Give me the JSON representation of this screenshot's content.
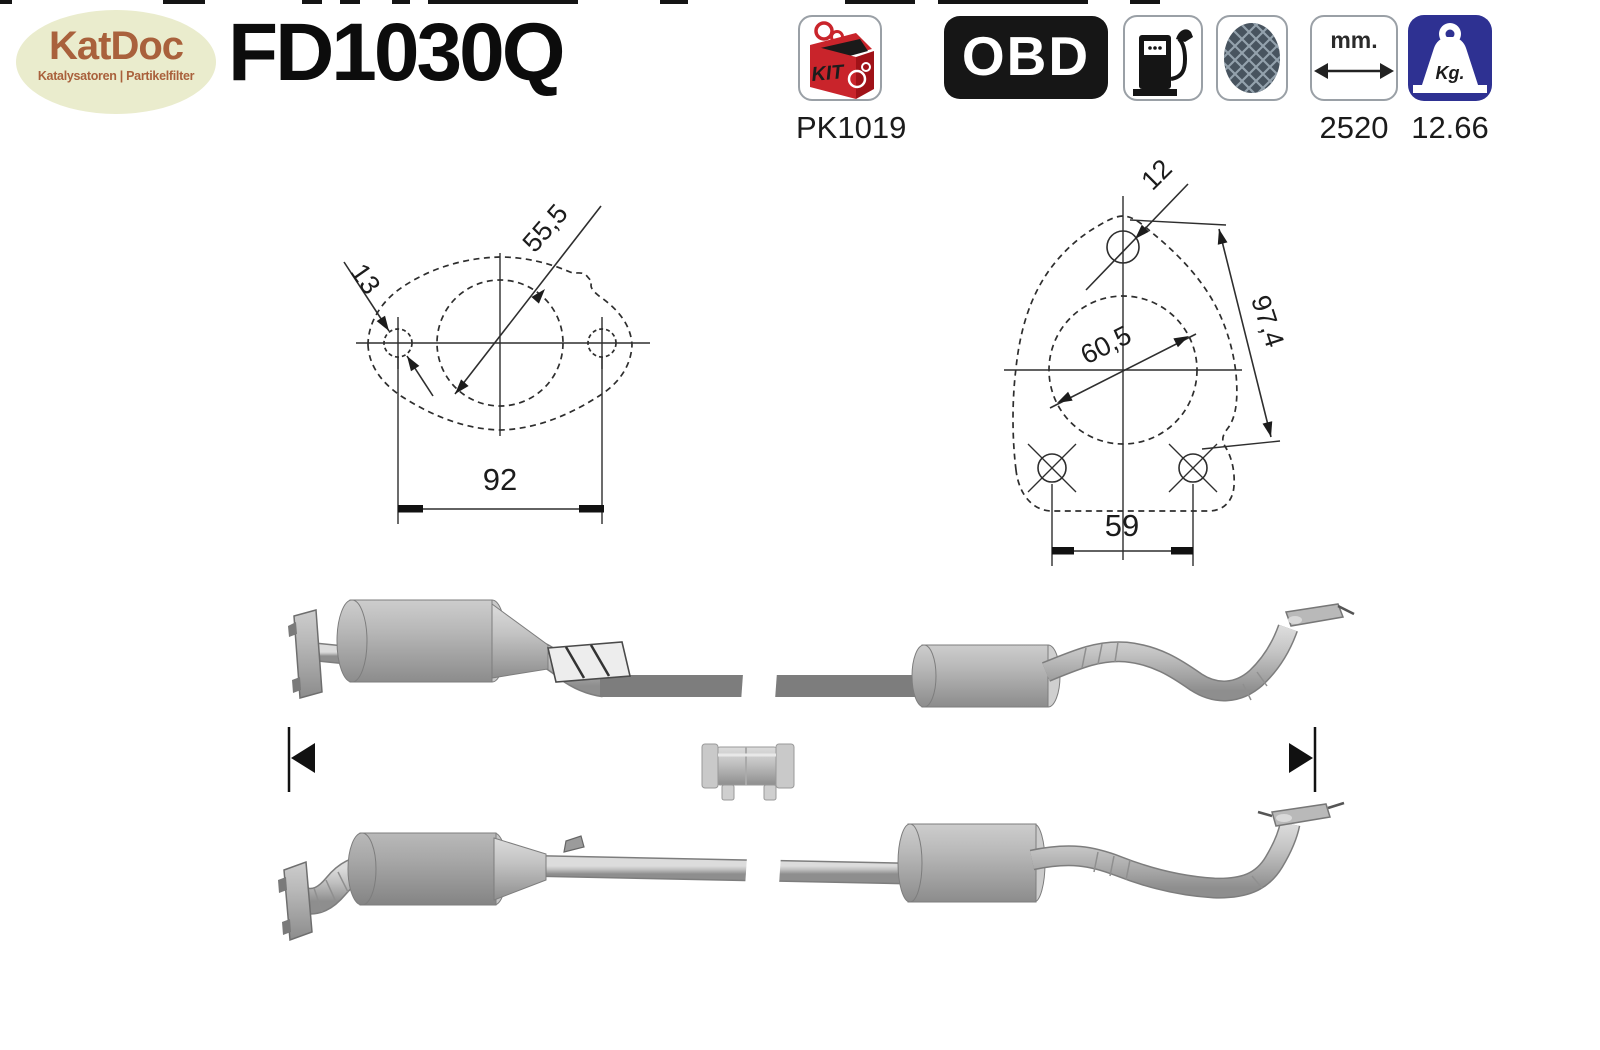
{
  "logo": {
    "name": "KatDoc",
    "tagline": "Katalysatoren | Partikelfilter"
  },
  "part_number": "FD1030Q",
  "badges": {
    "kit": {
      "label": "KIT",
      "code": "PK1019"
    },
    "obd": {
      "label": "OBD"
    },
    "length_mm": {
      "label": "mm.",
      "value": "2520"
    },
    "weight_kg": {
      "label": "Kg.",
      "value": "12.66"
    }
  },
  "drawings": {
    "inlet_flange": {
      "pipe_diameter": "55,5",
      "bolt_hole_diameter": "13",
      "bolt_spacing": "92"
    },
    "outlet_flange": {
      "bolt_hole_diameter": "12",
      "pipe_diameter": "60,5",
      "bolt_diagonal": "97,4",
      "bolt_spacing": "59"
    }
  },
  "colors": {
    "logo_background": "#eaeccd",
    "brand_brown": "#a9613c",
    "kit_red": "#c9242b",
    "obd_black": "#161616",
    "kg_blue": "#2e3192",
    "metal_light": "#d9d9d9",
    "metal_dark": "#8a8a8a"
  }
}
